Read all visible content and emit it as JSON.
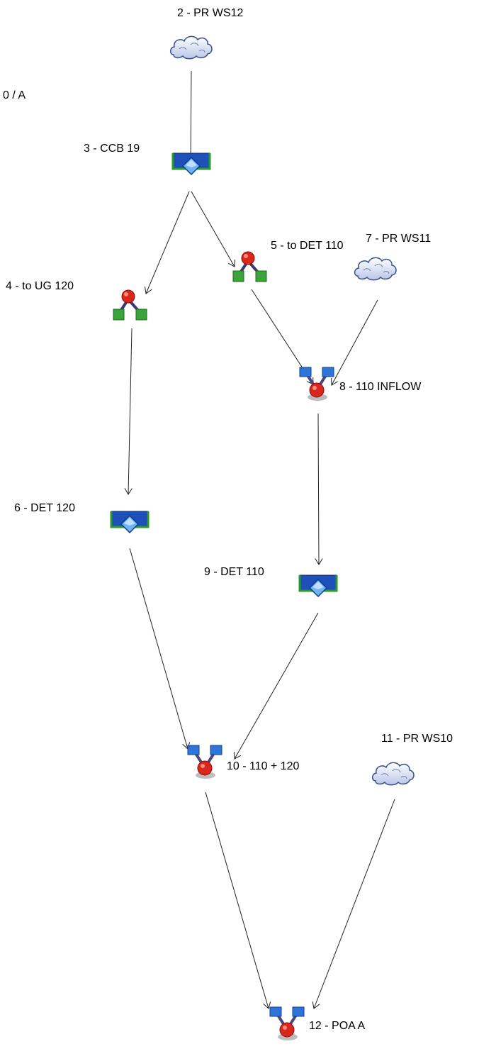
{
  "scenario_label": "0 / A",
  "nodes": [
    {
      "id": "n2",
      "label": "2 - PR WS12",
      "type": "subbasin"
    },
    {
      "id": "n3",
      "label": "3 - CCB 19",
      "type": "reservoir"
    },
    {
      "id": "n4",
      "label": "4 - to UG 120",
      "type": "diversion"
    },
    {
      "id": "n5",
      "label": "5 - to DET 110",
      "type": "diversion"
    },
    {
      "id": "n6",
      "label": "6 - DET 120",
      "type": "reservoir"
    },
    {
      "id": "n7",
      "label": "7 - PR WS11",
      "type": "subbasin"
    },
    {
      "id": "n8",
      "label": "8 - 110 INFLOW",
      "type": "junction"
    },
    {
      "id": "n9",
      "label": "9 - DET 110",
      "type": "reservoir"
    },
    {
      "id": "n10",
      "label": "10 - 110 + 120",
      "type": "junction"
    },
    {
      "id": "n11",
      "label": "11 - PR WS10",
      "type": "subbasin"
    },
    {
      "id": "n12",
      "label": "12 - POA A",
      "type": "junction"
    }
  ],
  "edges": [
    {
      "from": "n2",
      "to": "n3"
    },
    {
      "from": "n3",
      "to": "n4"
    },
    {
      "from": "n3",
      "to": "n5"
    },
    {
      "from": "n4",
      "to": "n6"
    },
    {
      "from": "n5",
      "to": "n8"
    },
    {
      "from": "n7",
      "to": "n8"
    },
    {
      "from": "n8",
      "to": "n9"
    },
    {
      "from": "n6",
      "to": "n10"
    },
    {
      "from": "n9",
      "to": "n10"
    },
    {
      "from": "n10",
      "to": "n12"
    },
    {
      "from": "n11",
      "to": "n12"
    }
  ]
}
